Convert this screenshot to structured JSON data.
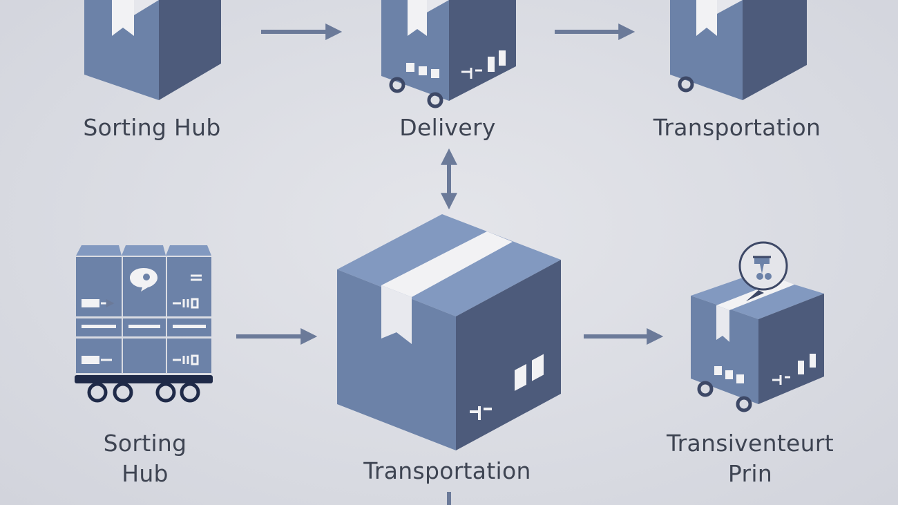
{
  "colors": {
    "background": "#d9dbe2",
    "box_front": "#6c82a8",
    "box_side": "#4d5b7b",
    "box_top": "#8299c0",
    "tape": "#f2f2f4",
    "arrow": "#6b7a99",
    "wheel": "#3d4866",
    "text": "#3e4452"
  },
  "nodes": [
    {
      "id": "sorting-hub-top",
      "icon": "package-box-icon",
      "label": [
        "Sorting Hub"
      ]
    },
    {
      "id": "delivery",
      "icon": "delivery-cart-box-icon",
      "label": [
        "Delivery"
      ]
    },
    {
      "id": "transportation-top",
      "icon": "wheeled-box-icon",
      "label": [
        "Transportation"
      ]
    },
    {
      "id": "sorting-hub-bottom",
      "icon": "sorting-rack-trolley-icon",
      "label": [
        "Sorting",
        "Hub"
      ]
    },
    {
      "id": "transportation-center",
      "icon": "large-package-box-icon",
      "label": [
        "Transportation"
      ]
    },
    {
      "id": "transiventeurt-prin",
      "icon": "wheeled-box-with-pin-icon",
      "label": [
        "Transiventeurt",
        "Prin"
      ]
    }
  ],
  "edges": [
    {
      "from": "sorting-hub-top",
      "to": "delivery",
      "direction": "right"
    },
    {
      "from": "delivery",
      "to": "transportation-top",
      "direction": "right"
    },
    {
      "from": "delivery",
      "to": "transportation-center",
      "direction": "both"
    },
    {
      "from": "sorting-hub-bottom",
      "to": "transportation-center",
      "direction": "right"
    },
    {
      "from": "transportation-center",
      "to": "transiventeurt-prin",
      "direction": "right"
    },
    {
      "from": "transportation-center",
      "to": "",
      "direction": "down"
    }
  ]
}
